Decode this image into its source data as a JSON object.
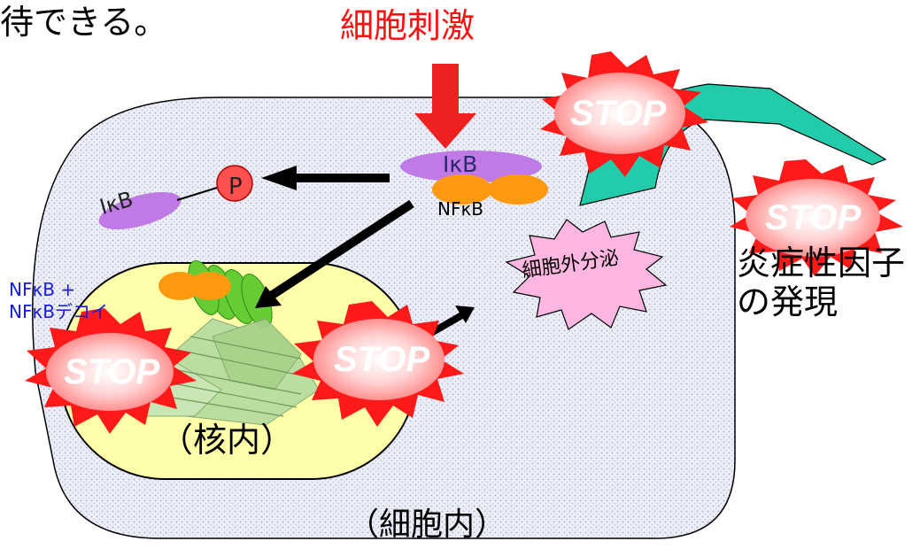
{
  "texts": {
    "top_text": "待できる。",
    "stimulus": "細胞刺激",
    "ikb": "IκB",
    "phospho": "P",
    "nfkb": "NFκB",
    "nfkb_decoy_line1": "NFκB +",
    "nfkb_decoy_line2": "NFκBデコイ",
    "secretion": "細胞外分泌",
    "inflammation_line1": "炎症性因子",
    "inflammation_line2": "の発現",
    "nucleus": "（核内）",
    "cell": "（細胞内）"
  },
  "stop_label": "STOP",
  "colors": {
    "stimulus_arrow": "#ee2020",
    "stop_fill": "#ff1a1a",
    "stop_glow": "#ffd0d0",
    "ikb": "#c07ae6",
    "nfkb": "#ff9a10",
    "phospho": "#ff5050",
    "nucleus": "#ffffaa",
    "cell_fill": "#e8eaf6",
    "secretion_fill": "#ffb6e0",
    "ribbon": "#22ccaa",
    "dna": "#55cc33"
  }
}
